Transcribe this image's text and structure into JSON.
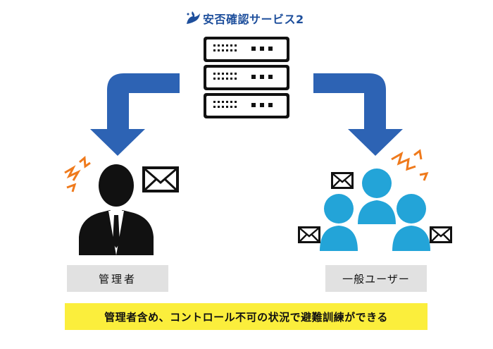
{
  "header": {
    "service_name": "安否確認サービス2"
  },
  "labels": {
    "admin": "管理者",
    "users": "一般ユーザー"
  },
  "caption": "管理者含め、コントロール不可の状況で避難訓練ができる",
  "colors": {
    "brand": "#1e4f9c",
    "arrow": "#2d63b4",
    "user_blue": "#23a4d8",
    "alert_orange": "#ef7a1c",
    "caption_bg": "#fbee3c",
    "label_bg": "#e1e1e1"
  },
  "icons": [
    "dove-logo-icon",
    "server-icon",
    "admin-person-icon",
    "user-group-icon",
    "mail-icon",
    "alert-burst-icon",
    "arrow-icon"
  ]
}
